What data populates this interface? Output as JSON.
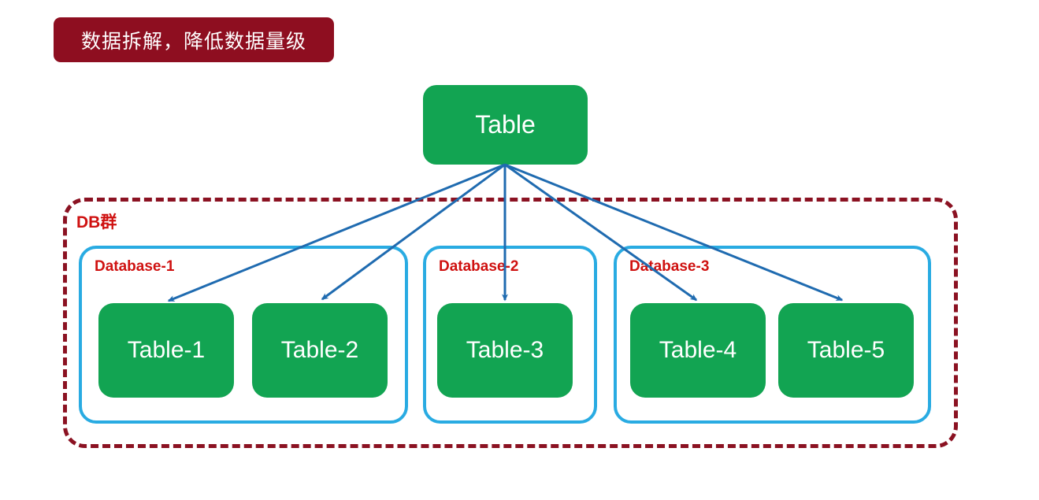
{
  "banner": {
    "label": "数据拆解，降低数据量级"
  },
  "root_table": {
    "label": "Table"
  },
  "cluster": {
    "label": "DB群",
    "databases": [
      {
        "label": "Database-1",
        "tables": [
          {
            "label": "Table-1"
          },
          {
            "label": "Table-2"
          }
        ]
      },
      {
        "label": "Database-2",
        "tables": [
          {
            "label": "Table-3"
          }
        ]
      },
      {
        "label": "Database-3",
        "tables": [
          {
            "label": "Table-4"
          },
          {
            "label": "Table-5"
          }
        ]
      }
    ]
  },
  "edges": [
    {
      "from": "Table",
      "to": "Table-1"
    },
    {
      "from": "Table",
      "to": "Table-2"
    },
    {
      "from": "Table",
      "to": "Table-3"
    },
    {
      "from": "Table",
      "to": "Table-4"
    },
    {
      "from": "Table",
      "to": "Table-5"
    }
  ],
  "colors": {
    "banner_bg": "#8E0E20",
    "node_green": "#12A452",
    "database_border": "#29ABE2",
    "cluster_border_dashed": "#8B1222",
    "label_red": "#CF1110",
    "arrow_blue": "#1F6BB0",
    "node_text": "#FFFFFF"
  }
}
